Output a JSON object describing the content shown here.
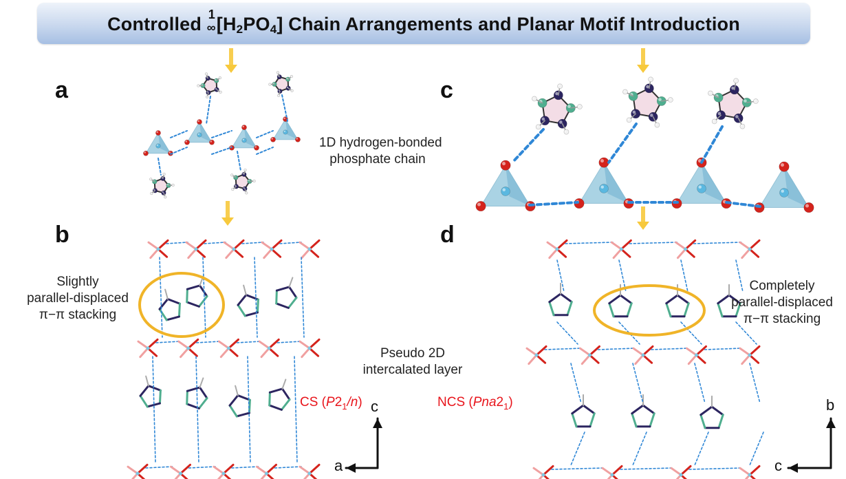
{
  "banner": {
    "pre": "Controlled ",
    "sup": "1",
    "sub": "∞",
    "formula_a": "[H",
    "formula_sub_h": "2",
    "formula_b": "PO",
    "formula_sub_o": "4",
    "post": "] Chain Arrangements and Planar Motif Introduction"
  },
  "panels": {
    "a": "a",
    "b": "b",
    "c": "c",
    "d": "d"
  },
  "captions": {
    "chain_line1": "1D hydrogen-bonded",
    "chain_line2": "phosphate chain",
    "slight_line1": "Slightly",
    "slight_line2": "parallel-displaced",
    "slight_line3": "π−π stacking",
    "complete_line1": "Completely",
    "complete_line2": "parallel-displaced",
    "complete_line3": "π−π stacking",
    "layer_line1": "Pseudo 2D",
    "layer_line2": "intercalated layer"
  },
  "space_groups": {
    "cs_pre": "CS (",
    "cs_p": "P",
    "cs_2": "2",
    "cs_sub": "1",
    "cs_n": "/n",
    "cs_post": ")",
    "ncs_pre": "NCS (",
    "ncs_pna": "Pna",
    "ncs_2": "2",
    "ncs_sub": "1",
    "ncs_post": ")"
  },
  "axes": {
    "left_vertical": "c",
    "left_horizontal": "a",
    "right_vertical": "b",
    "right_horizontal": "c"
  },
  "colors": {
    "tetrahedron": "#8ec5dc",
    "oxygen": "#d4231c",
    "nitrogen": "#2c2560",
    "carbon": "#4fae8f",
    "hbond": "#2f87d6",
    "highlight_ring": "#f0b428",
    "arrow": "#f7c93d",
    "space_group_text": "#e8141b"
  }
}
